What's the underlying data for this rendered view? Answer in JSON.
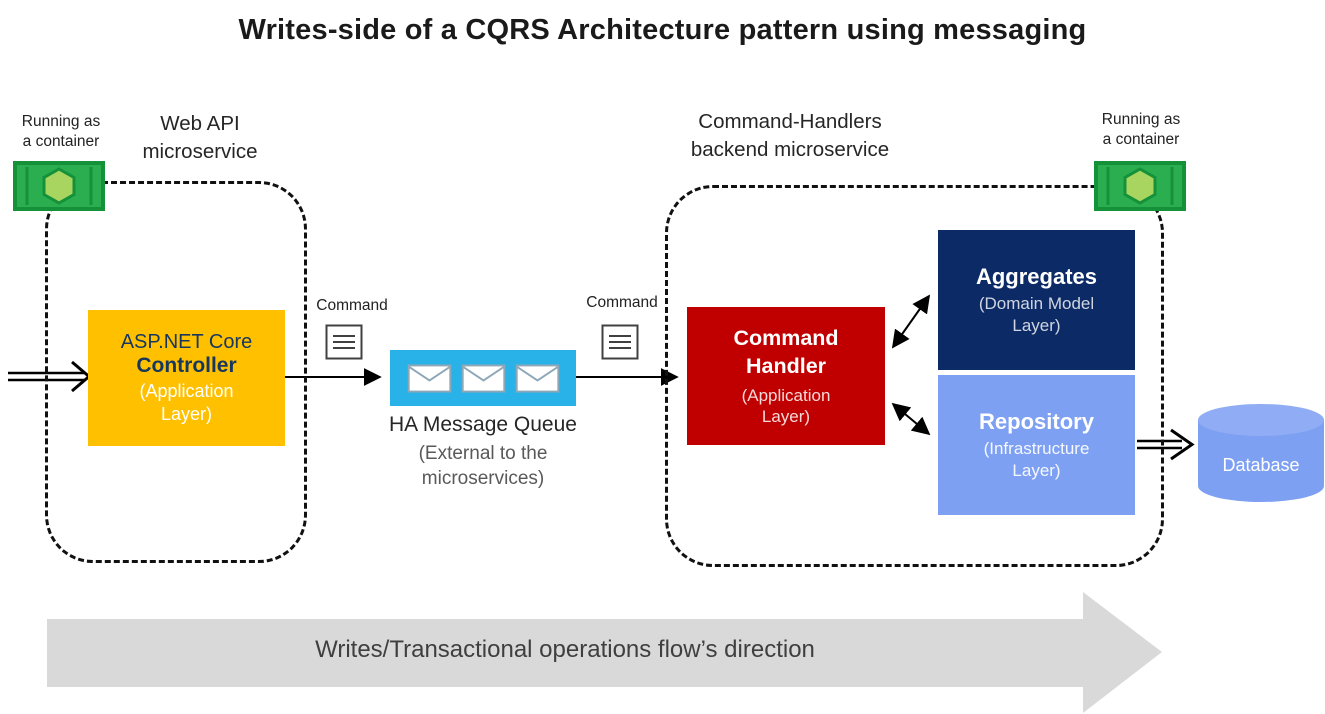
{
  "title": "Writes-side of a CQRS Architecture pattern using messaging",
  "left_service": {
    "container_caption": "Running as\na container",
    "service_label": "Web API\nmicroservice",
    "controller": {
      "name": "ASP.NET Core",
      "name_bold": "Controller",
      "layer": "(Application\nLayer)"
    }
  },
  "messaging": {
    "command_label_left": "Command",
    "command_label_right": "Command",
    "queue_title": "HA Message Queue",
    "queue_subtitle": "(External to the\nmicroservices)"
  },
  "right_service": {
    "service_label": "Command-Handlers\nbackend microservice",
    "container_caption": "Running as\na container",
    "command_handler": {
      "name": "Command\nHandler",
      "layer": "(Application\nLayer)"
    },
    "aggregates": {
      "name": "Aggregates",
      "layer": "(Domain Model\nLayer)"
    },
    "repository": {
      "name": "Repository",
      "layer": "(Infrastructure\nLayer)"
    }
  },
  "database": {
    "label": "Database"
  },
  "flow_arrow": {
    "label": "Writes/Transactional operations flow’s direction"
  },
  "colors": {
    "controller_box": "#FFC000",
    "controller_text": "#17375E",
    "queue_box": "#29B2E8",
    "command_handler_box": "#C00000",
    "aggregates_box": "#0C2A66",
    "repository_box": "#7EA0F2",
    "database_cylinder": "#7EA0F2",
    "flow_arrow_fill": "#D9D9D9",
    "container_icon_green": "#2BAE4F",
    "container_icon_border": "#149139",
    "container_icon_hexagon": "#A8D55F"
  }
}
